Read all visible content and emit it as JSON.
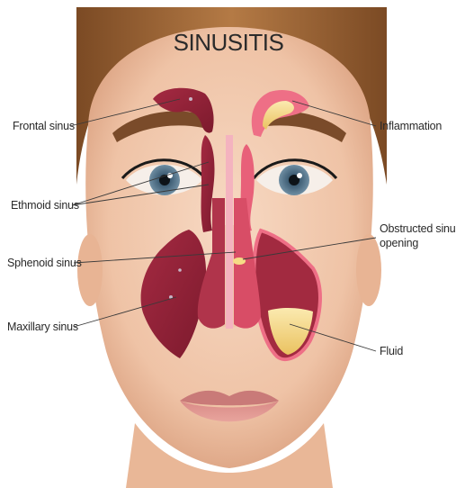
{
  "title": "SINUSITIS",
  "labels": {
    "frontal_sinus": "Frontal sinus",
    "ethmoid_sinus": "Ethmoid sinus",
    "sphenoid_sinus": "Sphenoid sinus",
    "maxillary_sinus": "Maxillary sinus",
    "inflammation": "Inflammation",
    "obstructed_line1": "Obstructed sinus",
    "obstructed_line2": "opening",
    "fluid": "Fluid"
  },
  "colors": {
    "skin": "#f2cbb1",
    "hair": "#a86a38",
    "sinus_dark": "#8e1f35",
    "sinus_inflamed": "#ee6f86",
    "fluid": "#f6dc86",
    "iris": "#4f7189"
  }
}
